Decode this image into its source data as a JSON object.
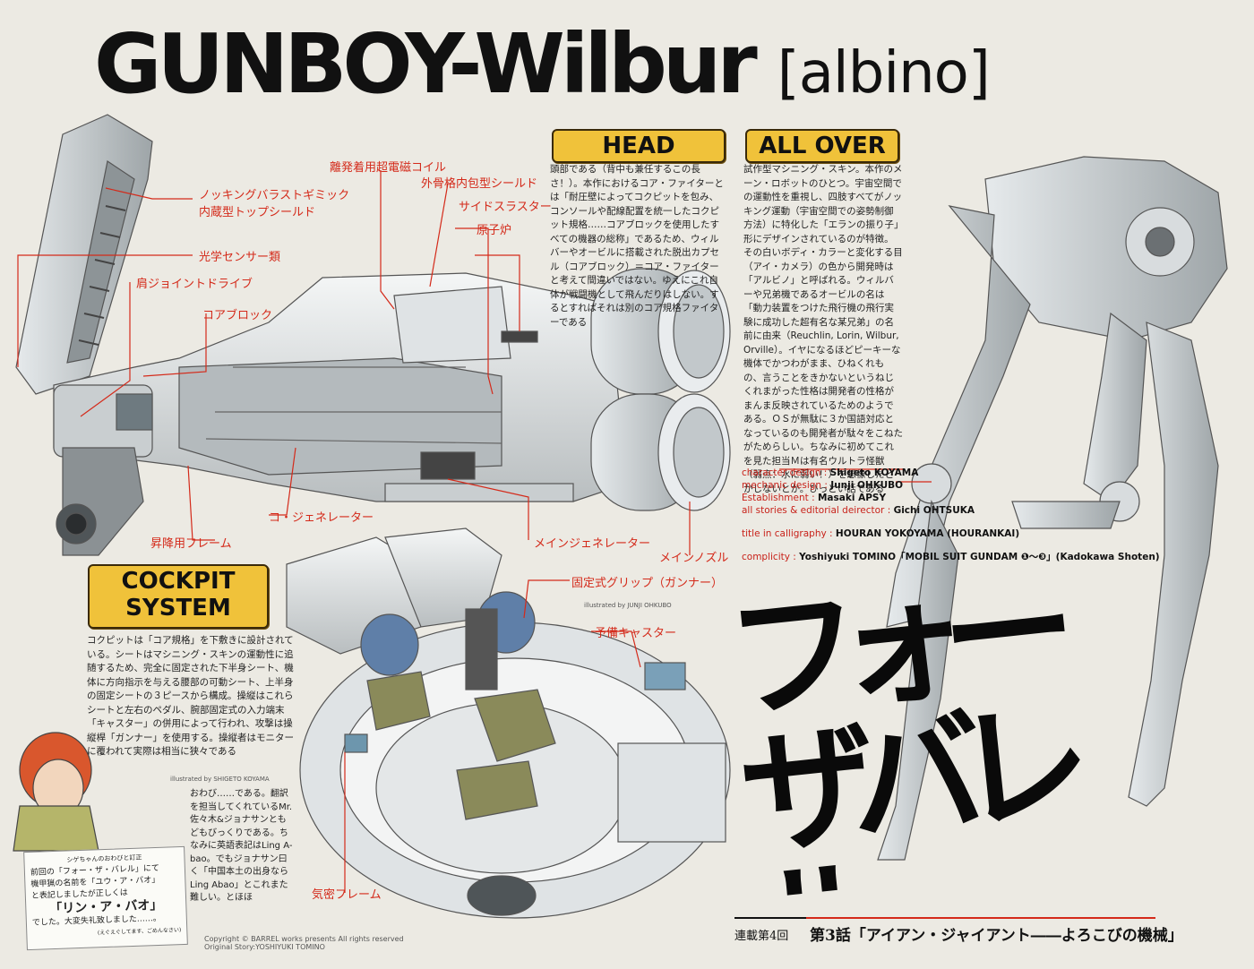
{
  "title": {
    "main": "GUNBOY-Wilbur",
    "sub": "[albino]"
  },
  "sections": {
    "head": {
      "heading": "HEAD",
      "text": "頭部である（背中も兼任するこの長さ！）。本作におけるコア・ファイターとは「耐圧壁によってコクピットを包み、コンソールや配線配置を統一したコクピット規格……コアブロックを使用したすべての機器の総称」であるため、ウィルバーやオービルに搭載された脱出カプセル（コアブロック）＝コア・ファイターと考えて間違いではない。ゆえにこれ自体が戦闘機として飛んだりはしない。するとすればそれは別のコア規格ファイターである"
    },
    "all_over": {
      "heading": "ALL OVER",
      "text": "試作型マシニング・スキン。本作のメーン・ロボットのひとつ。宇宙空間での運動性を重視し、四肢すべてがノッキング運動（宇宙空間での姿勢制御方法）に特化した「エランの振り子」形にデザインされているのが特徴。その白いボディ・カラーと変化する目（アイ・カメラ）の色から開発時は「アルビノ」と呼ばれる。ウィルバーや兄弟機であるオービルの名は「動力装置をつけた飛行機の飛行実験に成功した超有名な某兄弟」の名前に由来（Reuchlin, Lorin, Wilbur, Orville）。イヤになるほどピーキーな機体でかつわがまま、ひねくれもの、言うことをきかないというねじくれまがった性格は開発者の性格がまんま反映されているためのようである。ＯＳが無駄に３か国語対応となっているのも開発者が駄々をこねたがためらしい。ちなみに初めてこれを見た担当Ｍは有名ウルトラ怪獣（弱点：水に弱い！）を想像したとかしないとか。ひっどい話である"
    },
    "cockpit": {
      "heading_line1": "COCKPIT",
      "heading_line2": "SYSTEM",
      "text": "コクピットは「コア規格」を下敷きに設計されている。シートはマシニング・スキンの運動性に追随するため、完全に固定された下半身シート、機体に方向指示を与える腰部の可動シート、上半身の固定シートの３ピースから構成。操縦はこれらシートと左右のペダル、腕部固定式の入力端末「キャスター」の併用によって行われ、攻撃は操縦桿「ガンナー」を使用する。操縦者はモニターに覆われて実際は相当に狭々である"
    }
  },
  "labels": {
    "knocking": [
      "ノッキングバラストギミック",
      "内蔵型トップシールド"
    ],
    "optical_sensor": "光学センサー類",
    "shoulder_joint": "肩ジョイントドライブ",
    "core_block": "コアブロック",
    "detach_coil": "離発着用超電磁コイル",
    "outer_shield": "外骨格内包型シールド",
    "side_thruster": "サイドスラスター",
    "reactor": "原子炉",
    "co_generator": "コ・ジェネレーター",
    "lift_frame": "昇降用フレーム",
    "main_generator": "メインジェネレーター",
    "main_nozzle": "メインノズル",
    "fixed_grip": "固定式グリップ（ガンナー）",
    "spare_caster": "予備キャスター",
    "airtight_frame": "気密フレーム"
  },
  "credits": [
    {
      "role": "character design : ",
      "name": "Shigeto KOYAMA"
    },
    {
      "role": "mechanic design : ",
      "name": "Junji OHKUBO"
    },
    {
      "role": "Establishment : ",
      "name": "Masaki APSY"
    },
    {
      "role": "all stories & editorial deirector : ",
      "name": "Gichi OHTSUKA"
    },
    {
      "role": "title in calligraphy : ",
      "name": "HOURAN YOKOYAMA (HOURANKAI)"
    },
    {
      "role": "complicity : ",
      "name": "Yoshiyuki TOMINO「MOBIL SUIT GUNDAM ❶〜❸」(Kadokawa Shoten)"
    }
  ],
  "illustrated_by_junji": "illustrated by JUNJI OHKUBO",
  "illustrated_by_shigeto": "illustrated by SHIGETO KOYAMA",
  "apology": {
    "text": "おわび……である。翻訳を担当してくれているMr.佐々木&ジョナサンともどもびっくりである。ちなみに英語表記はLing A-bao。でもジョナサン曰く「中国本土の出身ならLing Abao」とこれまた難しい。とほほ"
  },
  "sign": {
    "header": "シゲちゃんのおわびと訂正",
    "line1": "前回の「フォー・ザ・バレル」にて",
    "line2": "機甲猟の名前を「ユウ・ア・バオ」",
    "line3": "と表記しましたが正しくは",
    "name": "「リン・ア・バオ」",
    "line4": "でした。大変失礼致しました……。",
    "footer": "(えぐえぐしてます、ごめんなさい)"
  },
  "copyright": {
    "line1": "Copyright © BARREL works presents All rights reserved",
    "line2": "Original Story:YOSHIYUKI TOMINO"
  },
  "calligraphy": "フォーザバレル",
  "episode": {
    "serial": "連載第4回",
    "title": "第3話「アイアン・ジャイアント――よろこびの機械」"
  },
  "colors": {
    "accent": "#d42a1a",
    "heading_bg": "#f0c23a",
    "paper": "#eceae3"
  }
}
